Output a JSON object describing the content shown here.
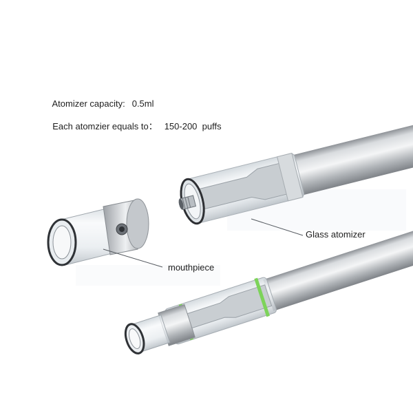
{
  "specs": {
    "capacity_label": "Atomizer capacity:",
    "capacity_value": "0.5ml",
    "puffs_label": "Each atomzier equals to：",
    "puffs_value": "150-200  puffs"
  },
  "callouts": {
    "glass_atomizer": "Glass atomizer",
    "mouthpiece": "mouthpiece"
  },
  "colors": {
    "steel": "#b9bcc0",
    "glass": "#e8eef2",
    "seal_ring": "#7dd35a",
    "text": "#1e1e1e"
  }
}
